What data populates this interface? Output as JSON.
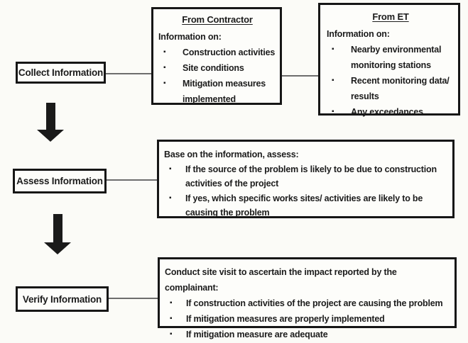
{
  "colors": {
    "background": "#fbfbf7",
    "text": "#1c1c1c",
    "border": "#161616",
    "connector": "#4a4a4a",
    "arrow": "#1a1a1a"
  },
  "steps": [
    {
      "label": "Collect Information"
    },
    {
      "label": "Assess Information"
    },
    {
      "label": "Verify Information"
    }
  ],
  "contractor_box": {
    "title": "From Contractor",
    "intro": "Information on:",
    "bullets": [
      "Construction activities",
      "Site conditions",
      "Mitigation measures implemented"
    ]
  },
  "et_box": {
    "title": "From ET",
    "intro": "Information on:",
    "bullets": [
      "Nearby environmental monitoring stations",
      "Recent monitoring data/ results",
      "Any exceedances"
    ]
  },
  "assess_box": {
    "intro": "Base on the information, assess:",
    "bullets": [
      "If the source of the problem is likely to be due to construction activities of the project",
      "If yes, which specific works sites/ activities are likely to be causing the problem"
    ]
  },
  "verify_box": {
    "intro": "Conduct site visit to ascertain the impact reported by the complainant:",
    "bullets": [
      "If construction activities of the project are causing the problem",
      "If mitigation measures are properly implemented",
      "If mitigation measure are adequate"
    ]
  }
}
